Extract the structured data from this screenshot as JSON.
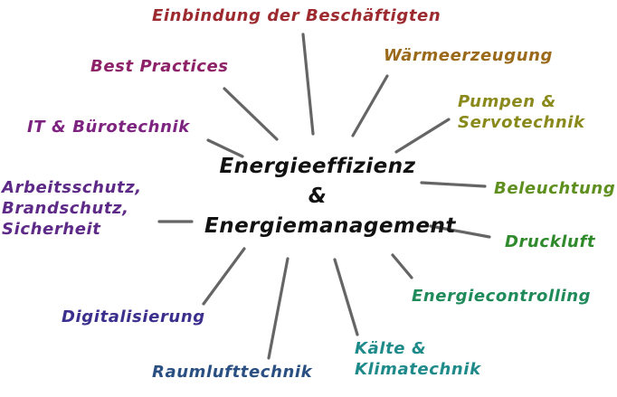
{
  "center": {
    "line1": "Energieeffizienz",
    "line2": "&",
    "line3": "Energiemanagement",
    "color": "#111111"
  },
  "spoke_color": "#4a4a4a",
  "topics": [
    {
      "id": "einbindung",
      "lines": [
        "Einbindung der Beschäftigten"
      ],
      "color": "#9c2a2f"
    },
    {
      "id": "waermeerzeugung",
      "lines": [
        "Wärmeerzeugung"
      ],
      "color": "#9a6a1a"
    },
    {
      "id": "best-practices",
      "lines": [
        "Best Practices"
      ],
      "color": "#8d2268"
    },
    {
      "id": "pumpen",
      "lines": [
        "Pumpen &",
        "Servotechnik"
      ],
      "color": "#8a8a1c"
    },
    {
      "id": "it",
      "lines": [
        "IT & Bürotechnik"
      ],
      "color": "#7d2380"
    },
    {
      "id": "beleuchtung",
      "lines": [
        "Beleuchtung"
      ],
      "color": "#5f8f1f"
    },
    {
      "id": "arbeitsschutz",
      "lines": [
        "Arbeitsschutz,",
        "Brandschutz,",
        "Sicherheit"
      ],
      "color": "#5e2a87"
    },
    {
      "id": "druckluft",
      "lines": [
        "Druckluft"
      ],
      "color": "#2f8a2c"
    },
    {
      "id": "energiecontrolling",
      "lines": [
        "Energiecontrolling"
      ],
      "color": "#1f8a5a"
    },
    {
      "id": "digitalisierung",
      "lines": [
        "Digitalisierung"
      ],
      "color": "#3a2f8d"
    },
    {
      "id": "kaelte",
      "lines": [
        "Kälte &",
        "Klimatechnik"
      ],
      "color": "#1f8a8a"
    },
    {
      "id": "raumlufttechnik",
      "lines": [
        "Raumlufttechnik"
      ],
      "color": "#2a4f82"
    }
  ]
}
